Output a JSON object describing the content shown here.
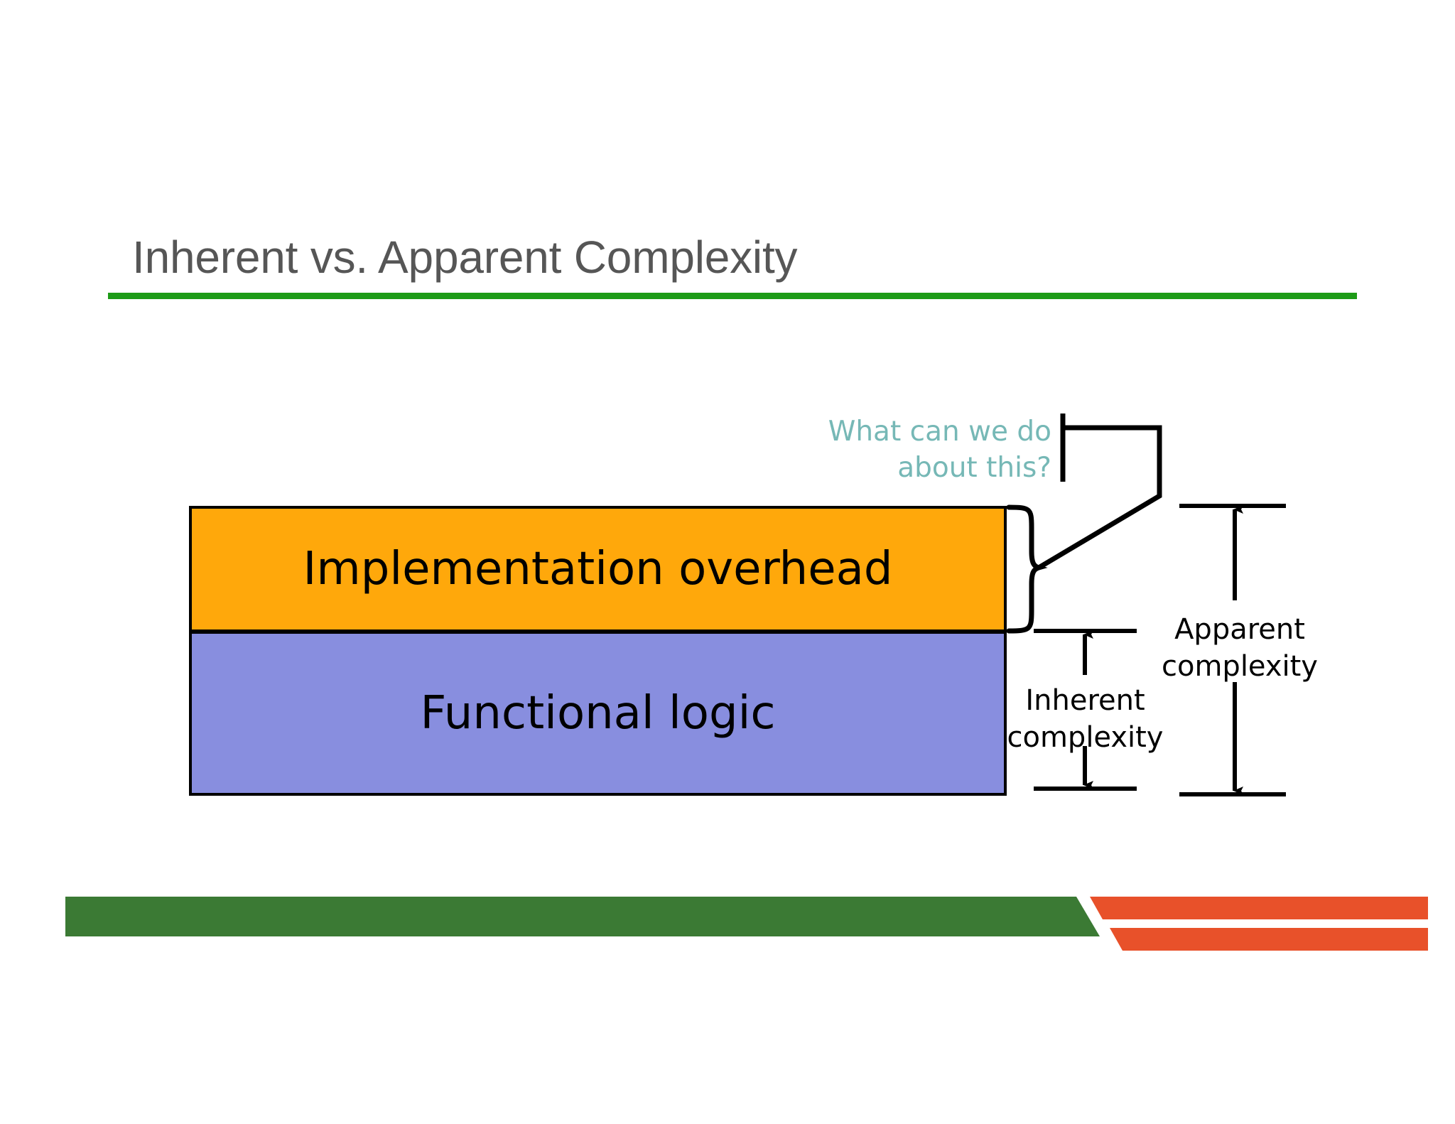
{
  "slide": {
    "title": "Inherent vs. Apparent Complexity",
    "title_color": "#565656",
    "title_rule_color": "#1d9b17",
    "background": "#ffffff"
  },
  "diagram": {
    "boxes": [
      {
        "id": "implementation-overhead",
        "label": "Implementation overhead",
        "fill": "#FFA80B",
        "stroke": "#000000",
        "text_color": "#000000"
      },
      {
        "id": "functional-logic",
        "label": "Functional logic",
        "fill": "#888EDF",
        "stroke": "#000000",
        "text_color": "#000000"
      }
    ],
    "callout": {
      "text": "What can we do\nabout this?",
      "color": "#76B8B6"
    },
    "measures": [
      {
        "id": "inherent-complexity",
        "label": "Inherent\ncomplexity",
        "spans": "functional-logic",
        "color": "#000000"
      },
      {
        "id": "apparent-complexity",
        "label": "Apparent\ncomplexity",
        "spans": "implementation-overhead + functional-logic",
        "color": "#000000"
      }
    ]
  },
  "footer": {
    "green_color": "#3B7A34",
    "orange_color": "#E8512A"
  }
}
